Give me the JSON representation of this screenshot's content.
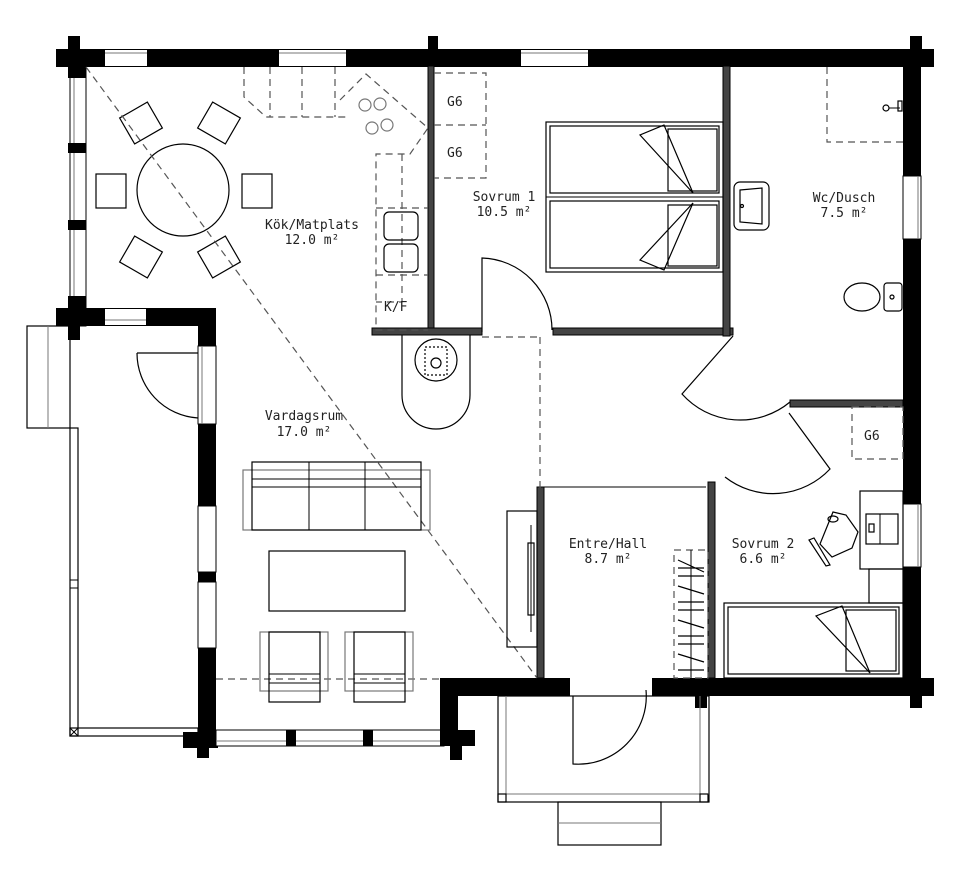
{
  "floor_plan": {
    "rooms": [
      {
        "id": "kok",
        "name": "Kök/Matplats",
        "area": "12.0 m²"
      },
      {
        "id": "sovrum1",
        "name": "Sovrum 1",
        "area": "10.5 m²"
      },
      {
        "id": "wc",
        "name": "Wc/Dusch",
        "area": "7.5 m²"
      },
      {
        "id": "vardagsrum",
        "name": "Vardagsrum",
        "area": "17.0 m²"
      },
      {
        "id": "entre",
        "name": "Entre/Hall",
        "area": "8.7 m²"
      },
      {
        "id": "sovrum2",
        "name": "Sovrum 2",
        "area": "6.6 m²"
      }
    ],
    "fixtures": {
      "wardrobe_1": "G6",
      "wardrobe_2": "G6",
      "wardrobe_3": "G6",
      "fridge_freezer": "K/F"
    },
    "colors": {
      "wall": "#000000",
      "line": "#000000",
      "dashed": "#555555",
      "background": "#ffffff"
    }
  }
}
